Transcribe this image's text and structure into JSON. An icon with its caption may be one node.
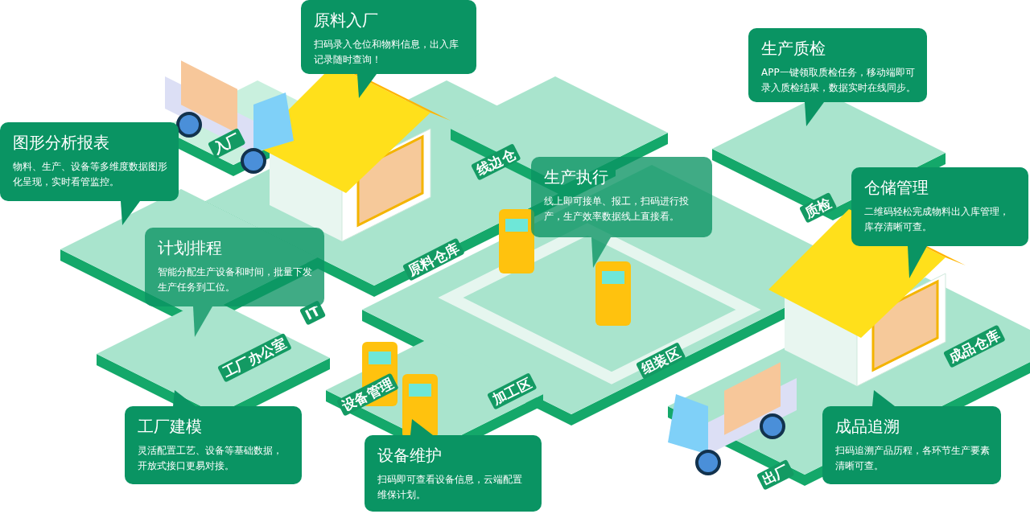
{
  "diagram": {
    "nodes": [
      {
        "text": [
          "原料入厂",
          "扫码录入仓位和物料信息，出入库记录随时查询！"
        ]
      },
      {
        "text": [
          "生产质检",
          "APP一键领取质检任务，移动端即可录入质检结果，数据实时在线同步。"
        ]
      },
      {
        "text": [
          "图形分析报表",
          "物料、生产、设备等多维度数据图形化呈现，实时看管监控。"
        ]
      },
      {
        "text": [
          "生产执行",
          "线上即可接单、报工，扫码进行投产，生产效率数据线上直接看。"
        ]
      },
      {
        "text": [
          "仓储管理",
          "二维码轻松完成物料出入库管理，库存清晰可查。"
        ]
      },
      {
        "text": [
          "计划排程",
          "智能分配生产设备和时间，批量下发生产任务到工位。"
        ]
      },
      {
        "text": [
          "工厂建模",
          "灵活配置工艺、设备等基础数据，开放式接口更易对接。"
        ]
      },
      {
        "text": [
          "成品追溯",
          "扫码追溯产品历程，各环节生产要素清晰可查。"
        ]
      },
      {
        "text": [
          "设备维护",
          "扫码即可查看设备信息，云端配置维保计划。"
        ]
      }
    ],
    "edges": [],
    "labels": [
      "入厂",
      "线边仓",
      "质检",
      "原料仓库",
      "IT",
      "组装区",
      "加工区",
      "工厂办公室",
      "成品仓库",
      "设备管理",
      "出厂"
    ]
  }
}
